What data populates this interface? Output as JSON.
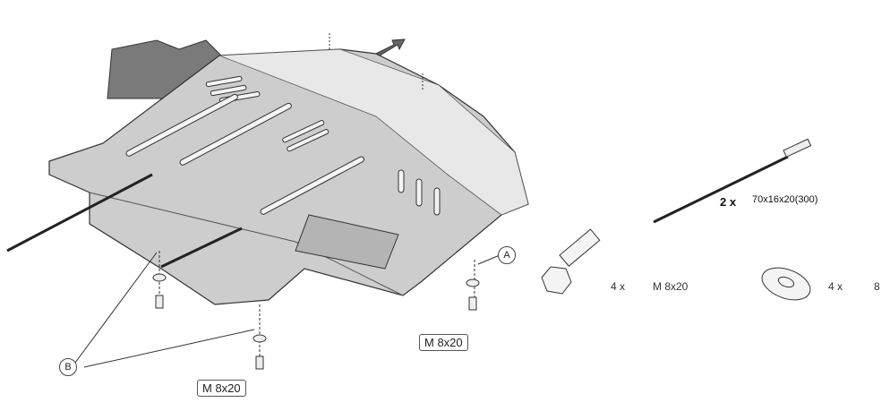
{
  "plate": {
    "direction_arrow": "FWD"
  },
  "callouts": {
    "a": "A",
    "b": "B"
  },
  "bolt_labels": [
    "M 8x20",
    "M 8x20"
  ],
  "parts": [
    {
      "qty": "2 x",
      "spec": "70x16x20(300)",
      "icon": "tie-rod-icon"
    },
    {
      "qty": "4 x",
      "spec": "M 8x20",
      "icon": "bolt-icon"
    },
    {
      "qty": "4 x",
      "spec": "8",
      "icon": "washer-icon"
    }
  ],
  "colors": {
    "plate": "#c8c8c8",
    "plate_light": "#e6e6e6",
    "dark_part": "#7a7a7a",
    "line": "#333333"
  }
}
